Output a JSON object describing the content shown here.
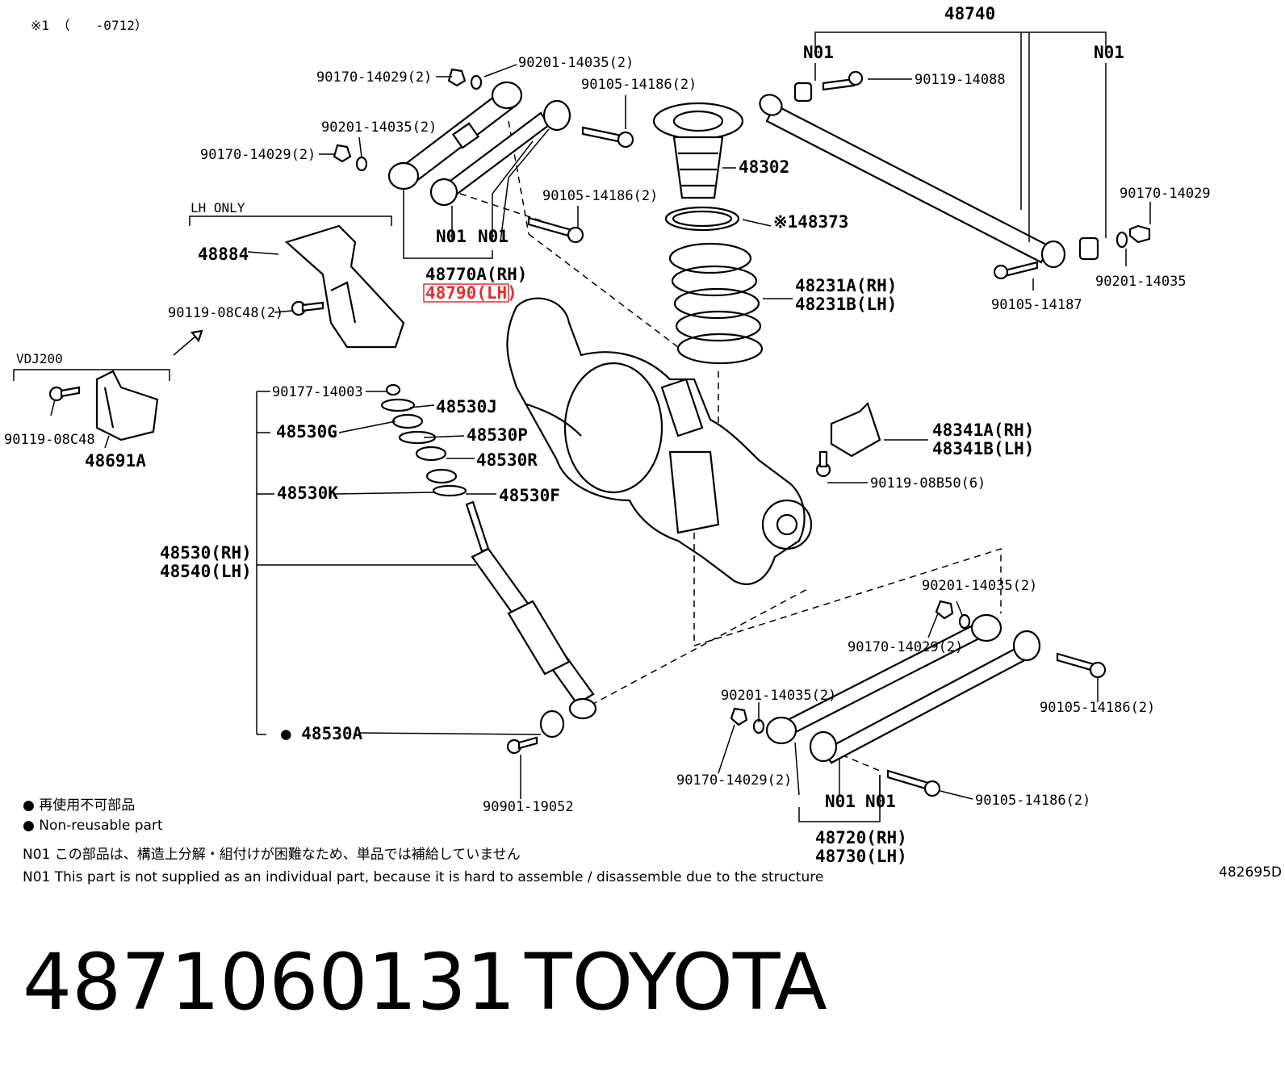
{
  "header": {
    "note_mark": "※1 （　　-0712）",
    "lh_only": "LH ONLY",
    "vdj200": "VDJ200",
    "diagram_id": "482695D"
  },
  "callouts": {
    "c48740": "48740",
    "n01_a": "N01",
    "n01_b": "N01",
    "c90119_14088": "90119-14088",
    "c90170_14029_2a": "90170-14029(2)",
    "c90201_14035_2a": "90201-14035(2)",
    "c90105_14186_2a": "90105-14186(2)",
    "c90201_14035_2b": "90201-14035(2)",
    "c90170_14029_2b": "90170-14029(2)",
    "c48302": "48302",
    "c90105_14186_2b": "90105-14186(2)",
    "c48373": "※148373",
    "n01_c": "N01",
    "n01_d": "N01",
    "c48770": "48770A(RH)",
    "c48790": "48790(LH)",
    "c90170_14029": "90170-14029",
    "c90201_14035": "90201-14035",
    "c90105_14187": "90105-14187",
    "c48884": "48884",
    "c48231a": "48231A(RH)",
    "c48231b": "48231B(LH)",
    "c90119_08c48_2": "90119-08C48(2)",
    "c90119_08c48": "90119-08C48",
    "c48691a": "48691A",
    "c90177_14003": "90177-14003",
    "c48530j": "48530J",
    "c48530g": "48530G",
    "c48530p": "48530P",
    "c48530r": "48530R",
    "c48530k": "48530K",
    "c48530f": "48530F",
    "c48341a": "48341A(RH)",
    "c48341b": "48341B(LH)",
    "c90119_08b50": "90119-08B50(6)",
    "c48530rh": "48530(RH)",
    "c48540lh": "48540(LH)",
    "c90201_14035_2c": "90201-14035(2)",
    "c90170_14029_2c": "90170-14029(2)",
    "c90105_14186_2c": "90105-14186(2)",
    "c90201_14035_2d": "90201-14035(2)",
    "c48530a": "● 48530A",
    "c90170_14029_2d": "90170-14029(2)",
    "c90105_14186_2d": "90105-14186(2)",
    "n01_e": "N01",
    "n01_f": "N01",
    "c90901_19052": "90901-19052",
    "c48720": "48720(RH)",
    "c48730": "48730(LH)"
  },
  "legend": {
    "nonreusable_jp": "● 再使用不可部品",
    "nonreusable_en": "● Non-reusable part",
    "n01_jp": "N01  この部品は、構造上分解・組付けが困難なため、単品では補給していません",
    "n01_en": "N01  This part is not supplied as an individual part, because it is hard to assemble / disassemble due to the structure"
  },
  "footer": {
    "part_number": "4871060131",
    "brand": "TOYOTA"
  },
  "colors": {
    "highlight": "#e03030",
    "ink": "#000000"
  }
}
